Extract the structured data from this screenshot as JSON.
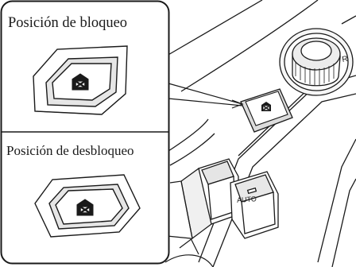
{
  "labels": {
    "lock_position": "Posición de bloqueo",
    "unlock_position": "Posición de desbloqueo",
    "auto": "AUTO"
  },
  "colors": {
    "line": "#1a1a1a",
    "panel_fill": "#ffffff",
    "shade": "#e9e9e9"
  },
  "icons": [
    "window-lock-icon",
    "window-lock-icon",
    "window-lock-icon"
  ]
}
